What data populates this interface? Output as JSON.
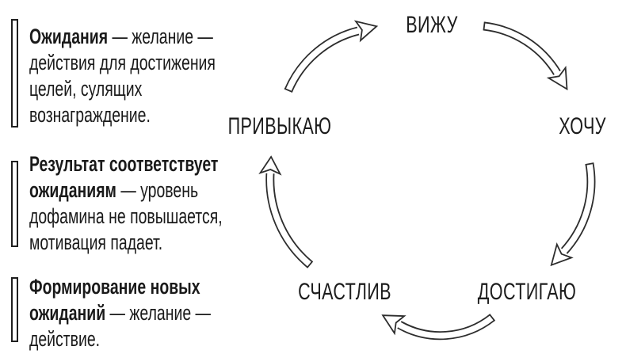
{
  "colors": {
    "background": "#ffffff",
    "ink": "#1a1a1a",
    "arrow_stroke": "#2d2d2d"
  },
  "notes": [
    {
      "lines": [
        {
          "bold": "Ожидания",
          "text": " — желание —"
        },
        {
          "bold": "",
          "text": "действия для достижения"
        },
        {
          "bold": "",
          "text": "целей, сулящих"
        },
        {
          "bold": "",
          "text": "вознаграждение."
        }
      ]
    },
    {
      "lines": [
        {
          "bold": "Результат соответствует",
          "text": ""
        },
        {
          "bold": "ожиданиям",
          "text": " — уровень"
        },
        {
          "bold": "",
          "text": "дофамина не повышается,"
        },
        {
          "bold": "",
          "text": "мотивация падает."
        }
      ]
    },
    {
      "lines": [
        {
          "bold": "Формирование новых",
          "text": ""
        },
        {
          "bold": "ожиданий",
          "text": " — желание —"
        },
        {
          "bold": "",
          "text": "действие."
        }
      ]
    }
  ],
  "cycle": {
    "steps": [
      {
        "id": "vizhu",
        "label": "ВИЖУ"
      },
      {
        "id": "hochu",
        "label": "ХОЧУ"
      },
      {
        "id": "dostigayu",
        "label": "ДОСТИГАЮ"
      },
      {
        "id": "schastliv",
        "label": "СЧАСТЛИВ"
      },
      {
        "id": "privykayu",
        "label": "ПРИВЫКАЮ"
      }
    ],
    "arrows": [
      {
        "from": "ПРИВЫКАЮ",
        "to": "ВИЖУ"
      },
      {
        "from": "ВИЖУ",
        "to": "ХОЧУ"
      },
      {
        "from": "ХОЧУ",
        "to": "ДОСТИГАЮ"
      },
      {
        "from": "ДОСТИГАЮ",
        "to": "СЧАСТЛИВ"
      },
      {
        "from": "СЧАСТЛИВ",
        "to": "ПРИВЫКАЮ"
      }
    ]
  }
}
